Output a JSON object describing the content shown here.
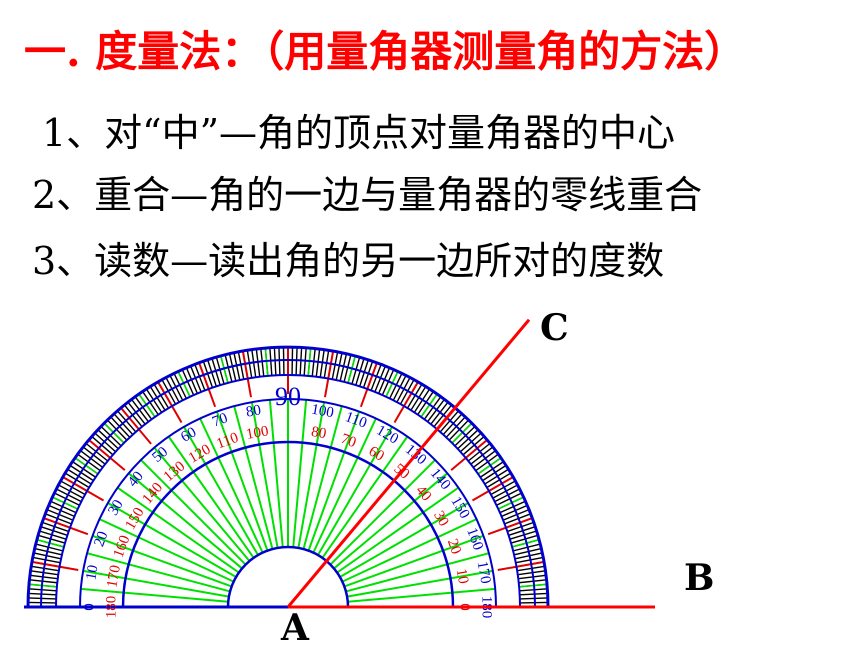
{
  "title": "一. 度量法：（用量角器测量角的方法）",
  "steps": [
    "1、对“中”—角的顶点对量角器的中心",
    "2、重合—角的一边与量角器的零线重合",
    "3、读数—读出角的另一边所对的度数"
  ],
  "points": {
    "A": "A",
    "B": "B",
    "C": "C"
  },
  "protractor": {
    "center_label": "90",
    "outer_scale": [
      "0",
      "10",
      "20",
      "30",
      "40",
      "50",
      "60",
      "70",
      "80",
      "90",
      "100",
      "110",
      "120",
      "130",
      "140",
      "150",
      "160",
      "170",
      "180"
    ],
    "inner_scale": [
      "180",
      "170",
      "160",
      "150",
      "140",
      "130",
      "120",
      "110",
      "100",
      "90",
      "80",
      "70",
      "60",
      "50",
      "40",
      "30",
      "20",
      "10",
      "0"
    ]
  },
  "angle_deg": 50,
  "colors": {
    "title": "#ff0000",
    "text": "#000000",
    "protractor_arc": "#0000cc",
    "spokes": "#00e000",
    "inner_numbers": "#e00000",
    "outer_numbers": "#0000cc",
    "ray": "#ff0000"
  }
}
